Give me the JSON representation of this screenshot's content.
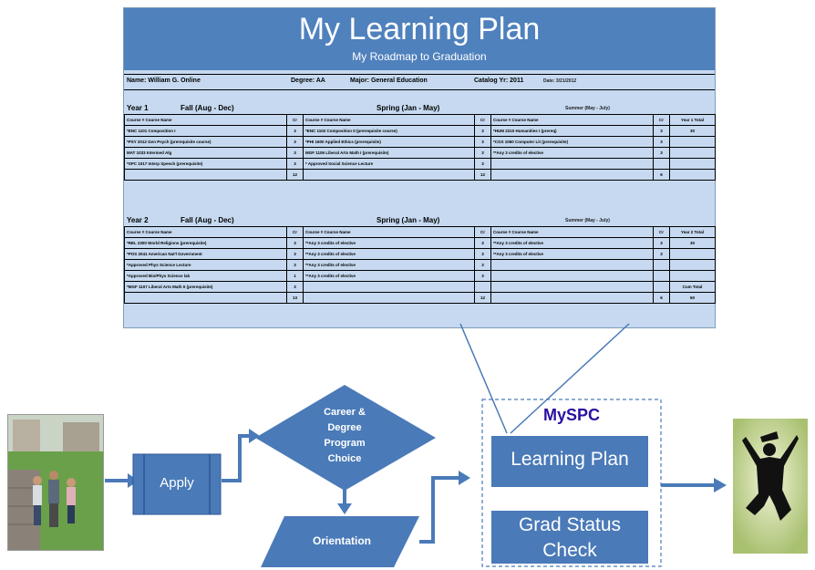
{
  "plan": {
    "title": "My Learning Plan",
    "subtitle": "My Roadmap to Graduation",
    "info": {
      "name": "Name: William G. Online",
      "degree": "Degree: AA",
      "major": "Major: General Education",
      "catalog": "Catalog Yr: 2011",
      "date": "Date: 3/21/2012"
    },
    "year1": {
      "label": "Year 1",
      "fall": "Fall (Aug - Dec)",
      "spring": "Spring (Jan - May)",
      "summer": "Summer (May - July)",
      "header": [
        "Course #   Course Name",
        "Cr",
        "Course #   Course Name",
        "Cr",
        "Course #   Course Name",
        "Cr",
        "Year 1 Total"
      ],
      "rows": [
        [
          "*ENC 1101 Composition I",
          "3",
          "*ENC 1102 Composition II (prerequisite course)",
          "3",
          "*HUM 2210 Humanities I (prereq)",
          "3",
          "30"
        ],
        [
          "*PSY 2012 Gen Psych (prerequisite course)",
          "3",
          "*PHI 1600 Applied Ethics (prerequisite)",
          "3",
          "*CGS 1060 Computer Lit (prerequisite)",
          "3",
          ""
        ],
        [
          "MAT 1033 Intermed Alg",
          "3",
          "MGF 1106 Liberal Arts Math I (prerequisite)",
          "3",
          "**Any 3 credits of elective",
          "3",
          ""
        ],
        [
          "*SPC 1017 Interp Speech (prerequisite)",
          "3",
          "* Approved Social Science Lecture",
          "3",
          "",
          "",
          ""
        ],
        [
          "",
          "12",
          "",
          "12",
          "",
          "6",
          ""
        ]
      ]
    },
    "year2": {
      "label": "Year 2",
      "fall": "Fall (Aug - Dec)",
      "spring": "Spring (Jan - May)",
      "summer": "Summer (May - July)",
      "header": [
        "Course #   Course Name",
        "Cr",
        "Course #   Course Name",
        "Cr",
        "Course #   Course Name",
        "Cr",
        "Year 2 Total"
      ],
      "rows": [
        [
          "*REL 2300 World Religions (prerequisite)",
          "3",
          "**Any 3 credits of elective",
          "3",
          "**Any 3 credits of elective",
          "3",
          "30"
        ],
        [
          "*POS 2041 American Nat'l Government",
          "3",
          "**Any 3 credits of elective",
          "3",
          "**Any 3 credits of elective",
          "3",
          ""
        ],
        [
          "*Approved Phys Science Lecture",
          "3",
          "**Any 3 credits of elective",
          "3",
          "",
          "",
          ""
        ],
        [
          "*Approved Bio/Phys Science lab",
          "1",
          "**Any 3 credits of elective",
          "3",
          "",
          "",
          ""
        ],
        [
          "*MGF 1107 Liberal Arts Math II (prerequisite)",
          "3",
          "",
          "",
          "",
          "",
          "Cum Total"
        ],
        [
          "",
          "13",
          "",
          "12",
          "",
          "6",
          "60"
        ]
      ]
    }
  },
  "flow": {
    "apply": "Apply",
    "decision_lines": [
      "Career &",
      "Degree",
      "Program",
      "Choice"
    ],
    "orientation": "Orientation",
    "myspc_label": "MySPC",
    "learning_plan": "Learning Plan",
    "grad_status_lines": [
      "Grad Status",
      "Check"
    ]
  },
  "colors": {
    "banner": "#4f81bd",
    "shape_fill": "#4a7ab8",
    "arrow": "#4a7ab8",
    "plan_bg": "#c6d9f0",
    "myspc_text": "#2a0fa0"
  }
}
